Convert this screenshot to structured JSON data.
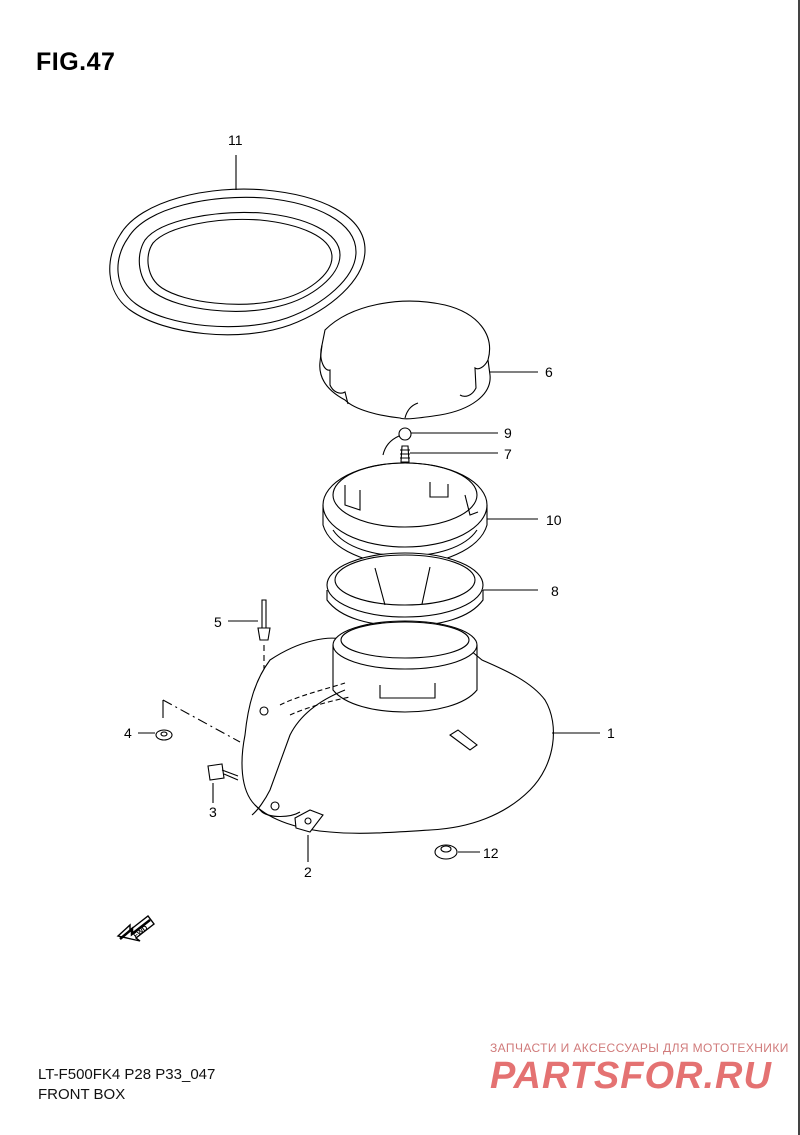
{
  "figure": {
    "title": "FIG.47",
    "model_code": "LT-F500FK4 P28 P33_047",
    "section_name": "FRONT BOX"
  },
  "callouts": [
    {
      "number": "11"
    },
    {
      "number": "6"
    },
    {
      "number": "9"
    },
    {
      "number": "7"
    },
    {
      "number": "10"
    },
    {
      "number": "8"
    },
    {
      "number": "5"
    },
    {
      "number": "1"
    },
    {
      "number": "4"
    },
    {
      "number": "3"
    },
    {
      "number": "2"
    },
    {
      "number": "12"
    }
  ],
  "direction_marker": {
    "label": "FWD",
    "icon": "fwd-arrow-icon"
  },
  "watermark": {
    "tagline": "ЗАПЧАСТИ И АКСЕССУАРЫ ДЛЯ МОТОТЕХНИКИ",
    "logo_text": "PARTSFOR.RU",
    "color": "#d94b4b"
  }
}
